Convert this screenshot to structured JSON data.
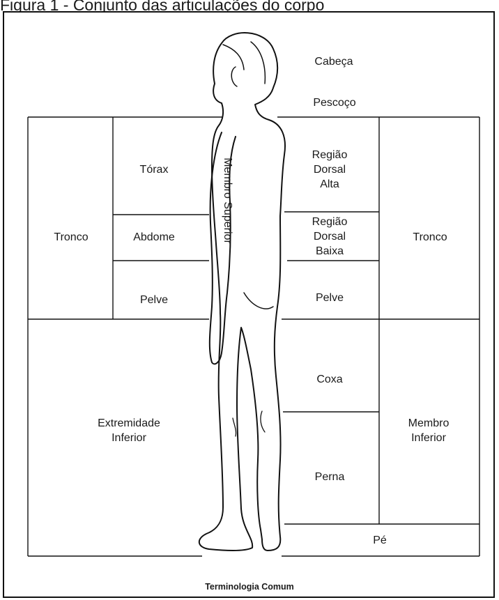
{
  "caption": "Figura 1 - Conjunto das articulações do corpo",
  "labels": {
    "cabeca": "Cabeça",
    "pescoco": "Pescoço",
    "tronco_left": "Tronco",
    "torax": "Tórax",
    "abdome": "Abdome",
    "pelve_left": "Pelve",
    "membro_superior": "Membro Superior",
    "regiao_dorsal_alta": "Região Dorsal Alta",
    "regiao_dorsal_baixa": "Região Dorsal Baixa",
    "pelve_right": "Pelve",
    "tronco_right": "Tronco",
    "extremidade_inferior": "Extremidade Inferior",
    "coxa": "Coxa",
    "perna": "Perna",
    "membro_inferior": "Membro Inferior",
    "pe": "Pé"
  },
  "subtitle": "Terminologia Comum"
}
